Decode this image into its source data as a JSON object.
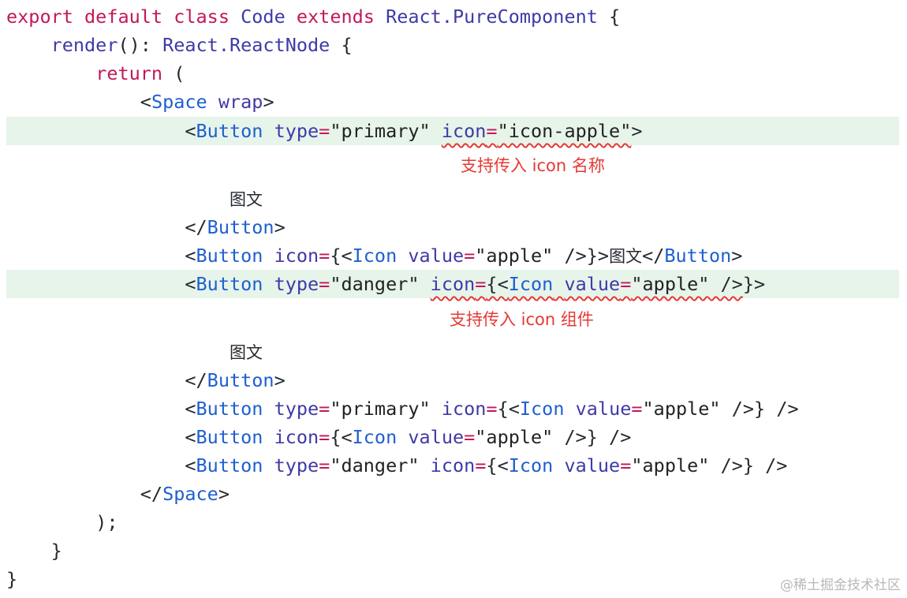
{
  "code": {
    "l1": {
      "kw1": "export default class",
      "name": "Code",
      "kw2": "extends",
      "base": "React.PureComponent",
      "brace": "{"
    },
    "l2": {
      "fn": "render",
      "paren": "():",
      "ret": "React.ReactNode",
      "brace": "{"
    },
    "l3": {
      "kw": "return",
      "paren": "("
    },
    "l4": {
      "lt": "<",
      "tag": "Space",
      "attr": "wrap",
      "gt": ">"
    },
    "l5": {
      "lt": "<",
      "tag": "Button",
      "attr1": "type",
      "eq1": "=",
      "val1": "\"primary\"",
      "attr2": "icon",
      "eq2": "=",
      "val2": "\"icon-apple\"",
      "gt": ">"
    },
    "l6": {
      "text": "图文"
    },
    "l7": {
      "close": "</",
      "tag": "Button",
      "gt": ">"
    },
    "l8": {
      "lt": "<",
      "tag": "Button",
      "attr": "icon",
      "eq": "=",
      "ob": "{<",
      "itag": "Icon",
      "iattr": "value",
      "ieq": "=",
      "ival": "\"apple\"",
      "iend": " />}>",
      "text": "图文",
      "close": "</",
      "ctag": "Button",
      "gt": ">"
    },
    "l9": {
      "lt": "<",
      "tag": "Button",
      "attr1": "type",
      "eq1": "=",
      "val1": "\"danger\"",
      "attr2": "icon",
      "eq2": "=",
      "ob": "{<",
      "itag": "Icon",
      "iattr": "value",
      "ieq": "=",
      "ival": "\"apple\"",
      "iend": " />",
      "tail": "}>"
    },
    "l10": {
      "text": "图文"
    },
    "l11": {
      "close": "</",
      "tag": "Button",
      "gt": ">"
    },
    "l12": {
      "lt": "<",
      "tag": "Button",
      "attr1": "type",
      "eq1": "=",
      "val1": "\"primary\"",
      "attr2": "icon",
      "eq2": "=",
      "ob": "{<",
      "itag": "Icon",
      "iattr": "value",
      "ieq": "=",
      "ival": "\"apple\"",
      "iend": " />} />"
    },
    "l13": {
      "lt": "<",
      "tag": "Button",
      "attr": "icon",
      "eq": "=",
      "ob": "{<",
      "itag": "Icon",
      "iattr": "value",
      "ieq": "=",
      "ival": "\"apple\"",
      "iend": " />} />"
    },
    "l14": {
      "lt": "<",
      "tag": "Button",
      "attr1": "type",
      "eq1": "=",
      "val1": "\"danger\"",
      "attr2": "icon",
      "eq2": "=",
      "ob": "{<",
      "itag": "Icon",
      "iattr": "value",
      "ieq": "=",
      "ival": "\"apple\"",
      "iend": " />} />"
    },
    "l15": {
      "close": "</",
      "tag": "Space",
      "gt": ">"
    },
    "l16": {
      "text": ");"
    },
    "l17": {
      "text": "}"
    },
    "l18": {
      "text": "}"
    }
  },
  "annotations": {
    "icon_name": "支持传入 icon 名称",
    "icon_component": "支持传入 icon 组件"
  },
  "watermark": "@稀土掘金技术社区",
  "colors": {
    "keyword": "#c2185b",
    "type": "#3f3aa6",
    "tag": "#1f5fcf",
    "annotation": "#e53935",
    "highlight": "#e6f4ea"
  }
}
